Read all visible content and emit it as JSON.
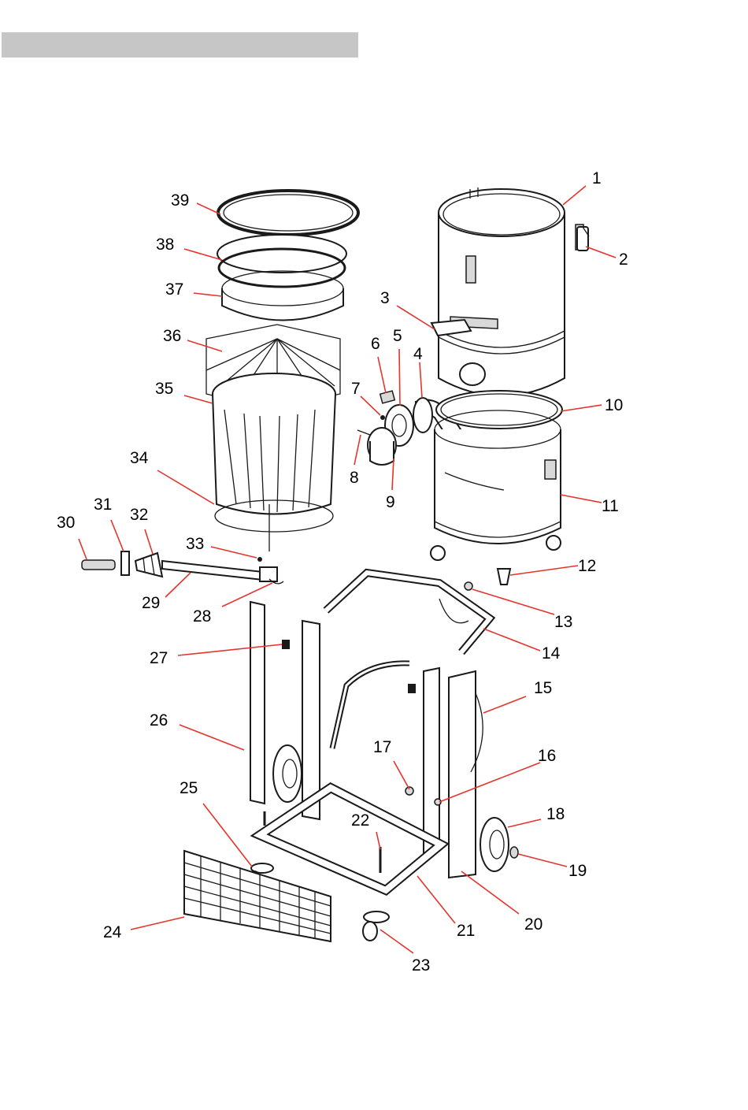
{
  "header": {
    "bar_color": "#c6c6c6"
  },
  "colors": {
    "leader": "#e5342c",
    "line_art": "#1a1a1a"
  },
  "callouts": [
    {
      "id": "1",
      "text": "1"
    },
    {
      "id": "2",
      "text": "2"
    },
    {
      "id": "3",
      "text": "3"
    },
    {
      "id": "4",
      "text": "4"
    },
    {
      "id": "5",
      "text": "5"
    },
    {
      "id": "6",
      "text": "6"
    },
    {
      "id": "7",
      "text": "7"
    },
    {
      "id": "8",
      "text": "8"
    },
    {
      "id": "9",
      "text": "9"
    },
    {
      "id": "10",
      "text": "10"
    },
    {
      "id": "11",
      "text": "11"
    },
    {
      "id": "12",
      "text": "12"
    },
    {
      "id": "13",
      "text": "13"
    },
    {
      "id": "14",
      "text": "14"
    },
    {
      "id": "15",
      "text": "15"
    },
    {
      "id": "16",
      "text": "16"
    },
    {
      "id": "17",
      "text": "17"
    },
    {
      "id": "18",
      "text": "18"
    },
    {
      "id": "19",
      "text": "19"
    },
    {
      "id": "20",
      "text": "20"
    },
    {
      "id": "21",
      "text": "21"
    },
    {
      "id": "22",
      "text": "22"
    },
    {
      "id": "23",
      "text": "23"
    },
    {
      "id": "24",
      "text": "24"
    },
    {
      "id": "25",
      "text": "25"
    },
    {
      "id": "26",
      "text": "26"
    },
    {
      "id": "27",
      "text": "27"
    },
    {
      "id": "28",
      "text": "28"
    },
    {
      "id": "29",
      "text": "29"
    },
    {
      "id": "30",
      "text": "30"
    },
    {
      "id": "31",
      "text": "31"
    },
    {
      "id": "32",
      "text": "32"
    },
    {
      "id": "33",
      "text": "33"
    },
    {
      "id": "34",
      "text": "34"
    },
    {
      "id": "35",
      "text": "35"
    },
    {
      "id": "36",
      "text": "36"
    },
    {
      "id": "37",
      "text": "37"
    },
    {
      "id": "38",
      "text": "38"
    },
    {
      "id": "39",
      "text": "39"
    }
  ],
  "parts": {
    "drum_upper": "upper-drum",
    "drum_lower": "lower-drum",
    "filter": "pleated-filter",
    "frame": "trolley-frame",
    "basket": "wire-basket",
    "wheel": "wheel",
    "caster": "swivel-caster"
  }
}
